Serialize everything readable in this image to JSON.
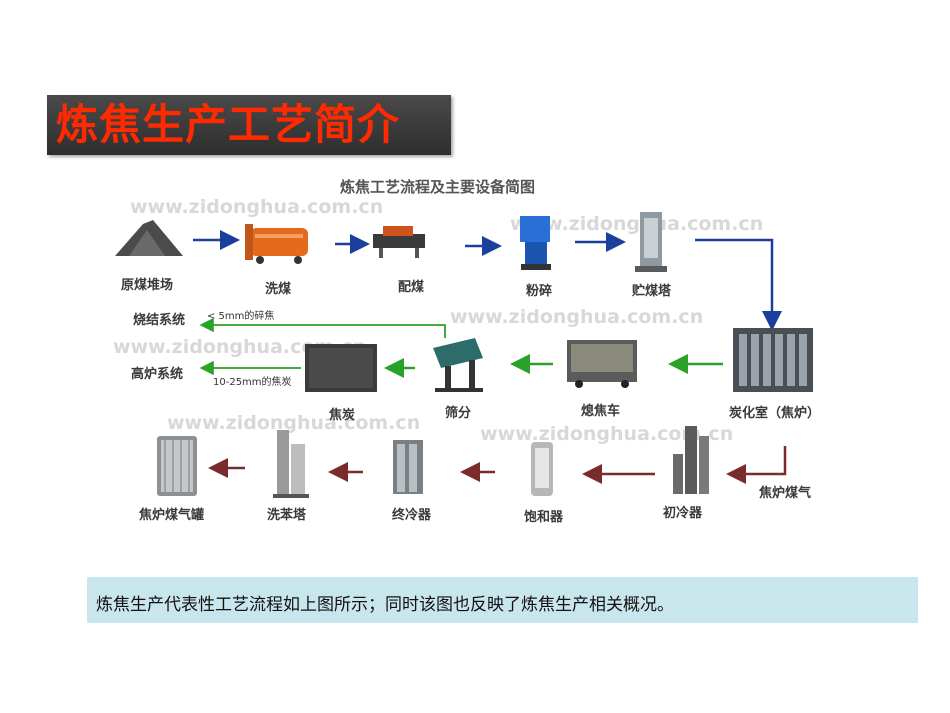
{
  "slide_title": "炼焦生产工艺简介",
  "diagram": {
    "title": "炼焦工艺流程及主要设备简图",
    "watermark": "www.zidonghua.com.cn",
    "nodes": {
      "raw_coal_yard": "原煤堆场",
      "coal_washing": "洗煤",
      "coal_blending": "配煤",
      "crushing": "粉碎",
      "coal_tower": "贮煤塔",
      "coking_chamber": "炭化室（焦炉）",
      "coke_car": "熄焦车",
      "screening": "筛分",
      "coke": "焦炭",
      "coke_oven_gas": "焦炉煤气",
      "primary_cooler": "初冷器",
      "saturator": "饱和器",
      "final_cooler": "终冷器",
      "benzene_scrubber": "洗苯塔",
      "gas_holder": "焦炉煤气罐",
      "sintering": "烧结系统",
      "blast_furnace": "高炉系统"
    },
    "notes": {
      "fine_coke": "< 5mm的碎焦",
      "sized_coke": "10-25mm的焦炭"
    },
    "colors": {
      "flow_blue": "#1a3f9c",
      "flow_green": "#2aa22a",
      "flow_brown": "#7a2b2b"
    }
  },
  "caption": "炼焦生产代表性工艺流程如上图所示；同时该图也反映了炼焦生产相关概况。"
}
